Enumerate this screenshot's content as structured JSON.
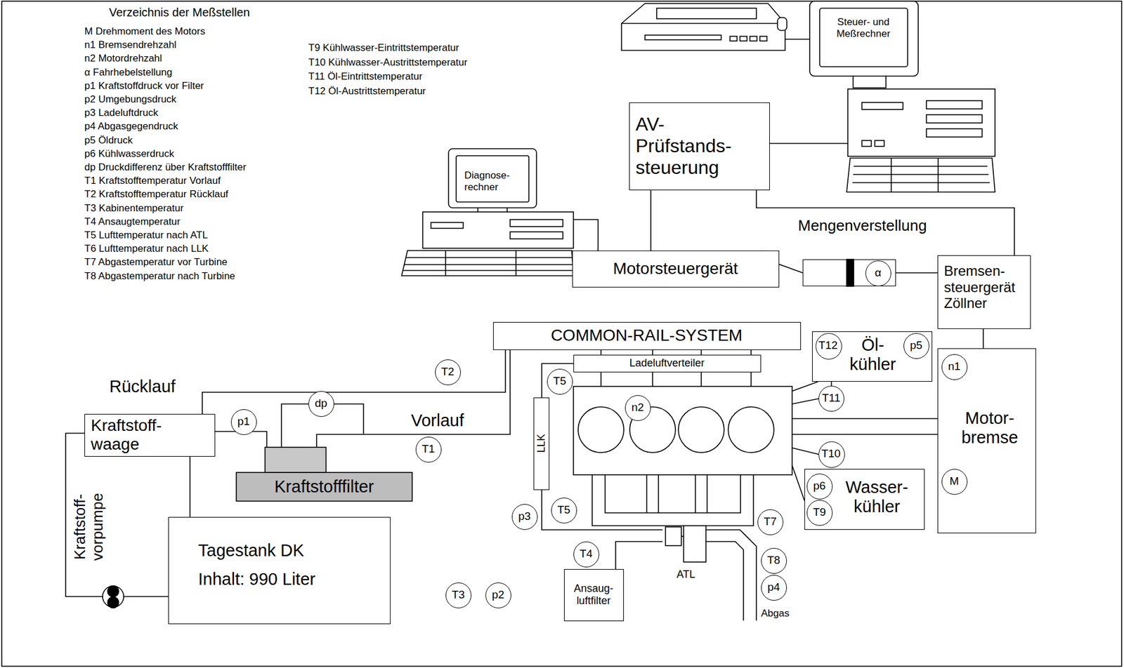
{
  "diagram": {
    "nodes": [
      {
        "text": [
          "Steuer- und Meßrechner"
        ]
      },
      {
        "text": [
          "AV- Prüfstands- steuerung"
        ]
      },
      {
        "text": [
          "Diagnose- rechner"
        ]
      },
      {
        "text": [
          "Mengenverstellung"
        ]
      },
      {
        "text": [
          "α"
        ],
        "in": 3
      },
      {
        "text": [
          "Motorsteuergerät"
        ]
      },
      {
        "text": [
          "Bremsen- steuergerät Zöllner"
        ]
      },
      {
        "text": [
          "COMMON-RAIL-SYSTEM"
        ]
      },
      {
        "text": [
          "Ladeluftverteiler"
        ]
      },
      {
        "text": [
          "Öl- kühler"
        ]
      },
      {
        "text": [
          "T12"
        ],
        "in": 9
      },
      {
        "text": [
          "p5"
        ],
        "in": 9
      },
      {
        "text": [
          "T2"
        ]
      },
      {
        "text": [
          "T5"
        ]
      },
      {
        "text": [
          "n2"
        ]
      },
      {
        "text": [
          "T11"
        ]
      },
      {
        "text": [
          "Motor- bremse"
        ]
      },
      {
        "text": [
          "n1"
        ],
        "in": 16
      },
      {
        "text": [
          "M"
        ],
        "in": 16
      },
      {
        "text": [
          "Kraftstoff- waage"
        ]
      },
      {
        "text": [
          "p1"
        ]
      },
      {
        "text": [
          "dp"
        ]
      },
      {
        "text": [
          "Kraftstofffilter"
        ]
      },
      {
        "text": [
          "T1"
        ]
      },
      {
        "text": [
          "LLK"
        ]
      },
      {
        "text": [
          "T10"
        ]
      },
      {
        "text": [
          "Wasser- kühler"
        ]
      },
      {
        "text": [
          "p6"
        ],
        "in": 26
      },
      {
        "text": [
          "T9"
        ],
        "in": 26
      },
      {
        "text": [
          "p3"
        ]
      },
      {
        "text": [
          "T5"
        ]
      },
      {
        "text": [
          "T7"
        ]
      },
      {
        "text": [
          "T4"
        ]
      },
      {
        "text": [
          "ATL"
        ]
      },
      {
        "text": [
          "T8"
        ]
      },
      {
        "text": [
          "p4"
        ]
      },
      {
        "text": [
          "Ansaug- luftfilter"
        ]
      },
      {
        "text": [
          "Kraftstoff- vorpumpe"
        ]
      },
      {
        "text": [
          "Tagestank DK",
          "Inhalt: 990 Liter"
        ]
      },
      {
        "text": [
          "T3"
        ]
      },
      {
        "text": [
          "p2"
        ]
      }
    ],
    "edges": [
      {
        "from": 0,
        "to": 1,
        "arrow": "none"
      },
      {
        "from": 1,
        "to": 5,
        "arrow": "none"
      },
      {
        "from": 2,
        "to": 5,
        "arrow": "none"
      },
      {
        "from": 1,
        "to": 6,
        "arrow": "none"
      },
      {
        "from": 3,
        "to": 5,
        "arrow": "none"
      },
      {
        "from": 3,
        "to": 6,
        "arrow": "none"
      },
      {
        "from": 6,
        "to": 16,
        "arrow": "none"
      },
      {
        "from": 7,
        "to": 19,
        "label": "Rücklauf",
        "arrow": "none"
      },
      {
        "from": 22,
        "to": 7,
        "label": "Vorlauf",
        "arrow": "none"
      },
      {
        "from": 19,
        "to": 22,
        "arrow": "none"
      },
      {
        "from": 19,
        "to": 38,
        "arrow": "none"
      },
      {
        "from": 19,
        "to": 37,
        "arrow": "none"
      },
      {
        "from": 37,
        "to": 38,
        "arrow": "none"
      },
      {
        "from": 24,
        "to": 8,
        "arrow": "none"
      },
      {
        "from": 33,
        "to": 24,
        "arrow": "none"
      },
      {
        "from": 36,
        "to": 33,
        "arrow": "none"
      },
      {
        "from": 15,
        "to": 9,
        "arrow": "none"
      }
    ],
    "labels": [
      "Verzeichnis der Meßstellen",
      "M Drehmoment des Motors",
      "n1 Bremsendrehzahl",
      "n2 Motordrehzahl",
      "α Fahrhebelstellung",
      "p1 Kraftstoffdruck vor Filter",
      "p2 Umgebungsdruck",
      "p3 Ladeluftdruck",
      "p4 Abgasgegendruck",
      "p5 Öldruck",
      "p6 Kühlwasserdruck",
      "dp Druckdifferenz über Kraftstofffilter",
      "T1 Kraftstofftemperatur Vorlauf",
      "T2 Kraftstofftemperatur Rücklauf",
      "T3 Kabinentemperatur",
      "T4 Ansaugtemperatur",
      "T5 Lufttemperatur nach ATL",
      "T6 Lufttemperatur nach LLK",
      "T7 Abgastemperatur vor Turbine",
      "T8 Abgastemperatur nach Turbine",
      "T9 Kühlwasser-Eintrittstemperatur",
      "T10 Kühlwasser-Austrittstemperatur",
      "T11 Öl-Eintrittstemperatur",
      "T12 Öl-Austrittstemperatur",
      "Abgas"
    ]
  }
}
